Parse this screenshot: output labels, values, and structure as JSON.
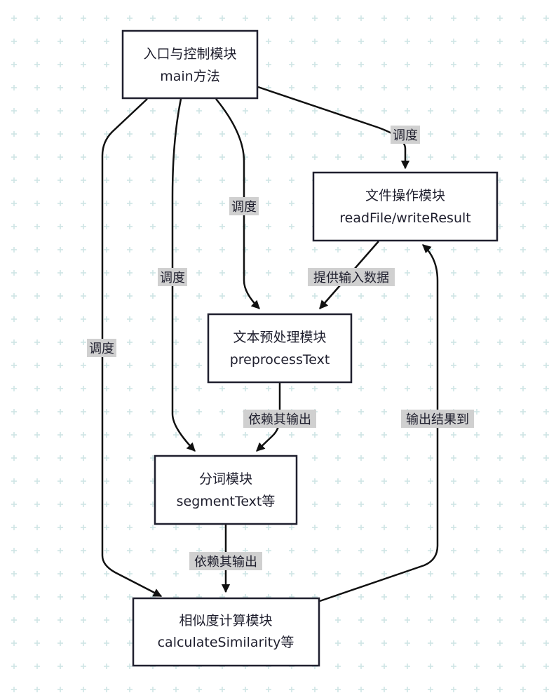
{
  "nodes": {
    "main": {
      "line1": "入口与控制模块",
      "line2": "main方法"
    },
    "file": {
      "line1": "文件操作模块",
      "line2": "readFile/writeResult"
    },
    "prep": {
      "line1": "文本预处理模块",
      "line2": "preprocessText"
    },
    "seg": {
      "line1": "分词模块",
      "line2": "segmentText等"
    },
    "sim": {
      "line1": "相似度计算模块",
      "line2": "calculateSimilarity等"
    }
  },
  "edges": {
    "main_file": "调度",
    "main_prep": "调度",
    "main_seg": "调度",
    "main_sim": "调度",
    "file_prep": "提供输入数据",
    "prep_seg": "依赖其输出",
    "seg_sim": "依赖其输出",
    "sim_file": "输出结果到"
  }
}
